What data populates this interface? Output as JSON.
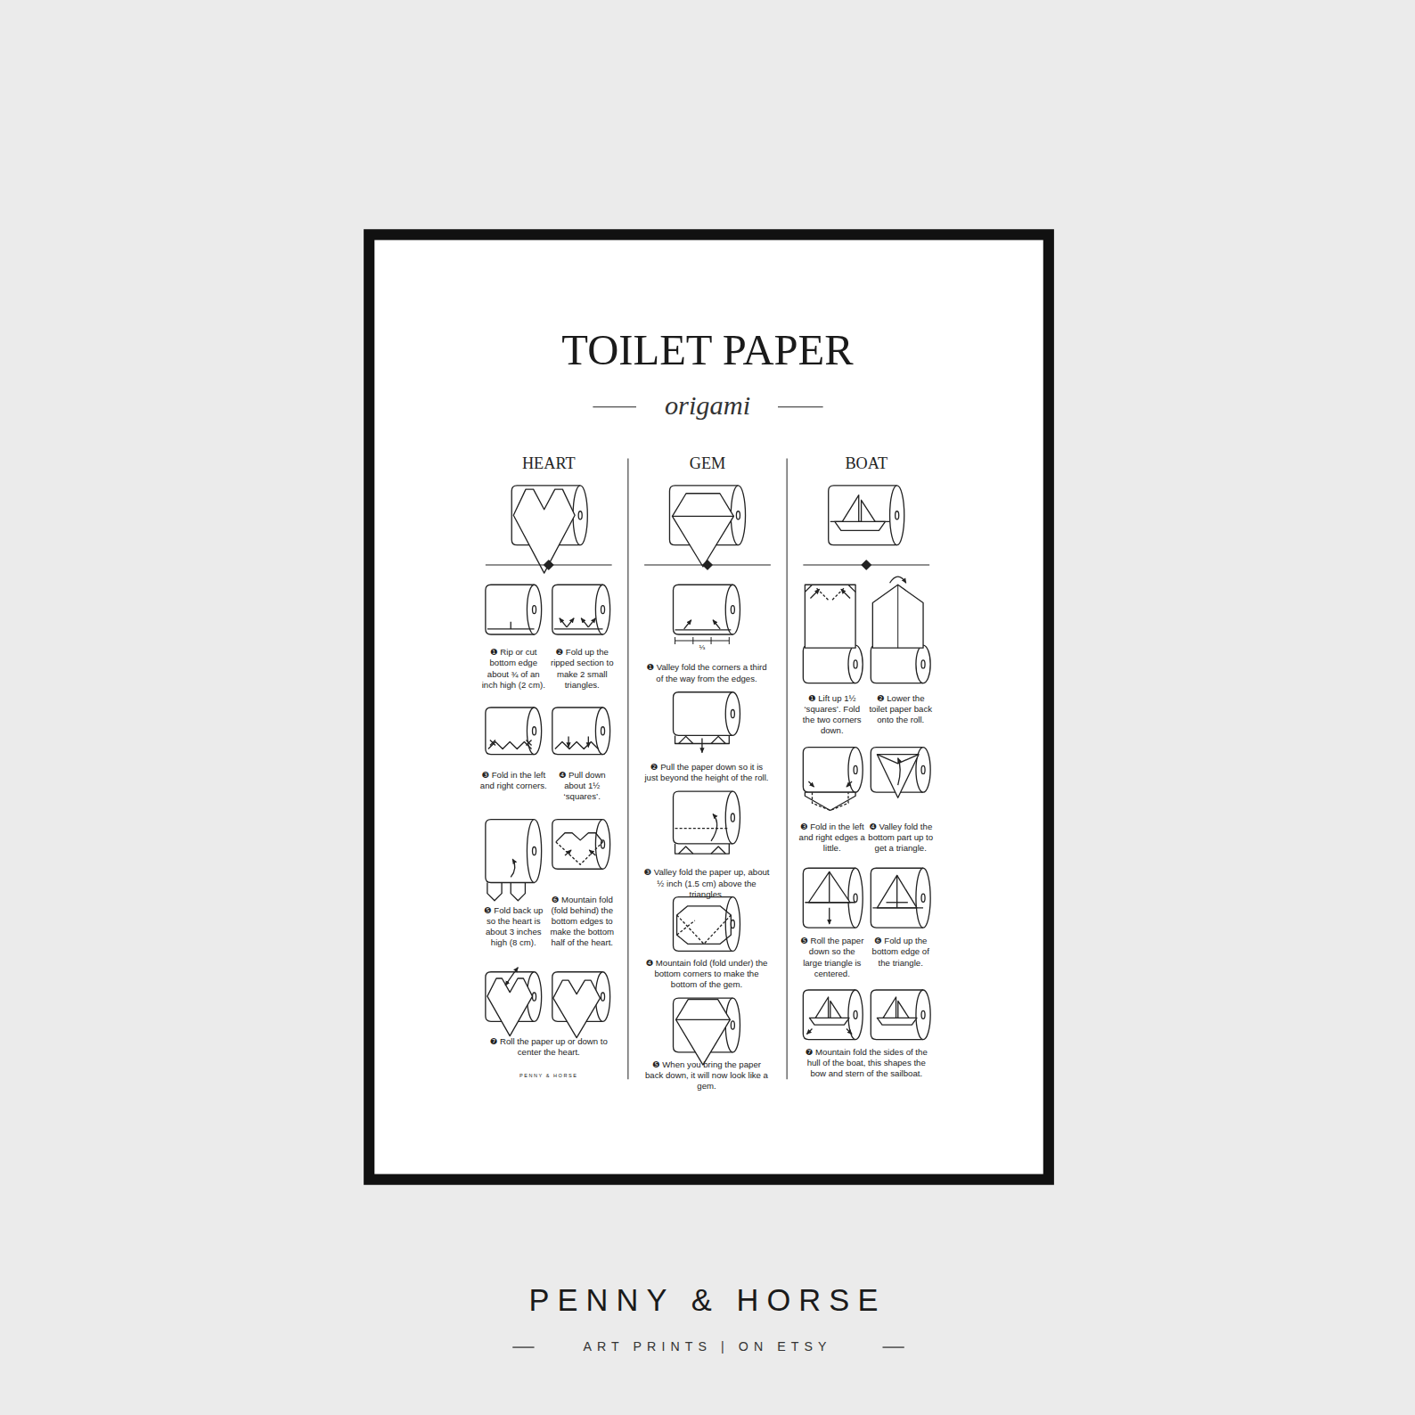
{
  "diagram": {
    "title": "TOILET PAPER",
    "labels": [
      "origami",
      "HEART",
      "GEM",
      "BOAT",
      "❶ Rip or cut bottom edge about ¾ of an inch high (2 cm).",
      "❷ Fold up the ripped section to make 2 small triangles.",
      "❸ Fold in the left and right corners.",
      "❹ Pull down about 1½ ‘squares’.",
      "❺ Fold back up so the heart is about 3 inches high (8 cm).",
      "❻ Mountain fold (fold behind) the bottom edges to make the bottom half of the heart.",
      "❼ Roll the paper up or down to center the heart.",
      "PENNY & HORSE",
      "⅓",
      "❶ Valley fold the corners a third of the way from the edges.",
      "❷ Pull the paper down so it is just beyond the height of the roll.",
      "❸ Valley fold the paper up, about ½ inch (1.5 cm) above the triangles.",
      "❹ Mountain fold (fold under) the bottom corners to make the bottom of the gem.",
      "❺ When you bring the paper back down, it will now look like a gem.",
      "❶ Lift up 1½ ‘squares’. Fold the two corners down.",
      "❷ Lower the toilet paper back onto the roll.",
      "❸ Fold in the left and right edges a little.",
      "❹ Valley fold the bottom part up to get a triangle.",
      "❺ Roll the paper down so the large triangle is centered.",
      "❻ Fold up the bottom edge of the triangle.",
      "❼ Mountain fold the sides of the hull of the boat, this shapes the bow and stern of the sailboat.",
      "PENNY & HORSE",
      "ART PRINTS | ON ETSY"
    ]
  }
}
